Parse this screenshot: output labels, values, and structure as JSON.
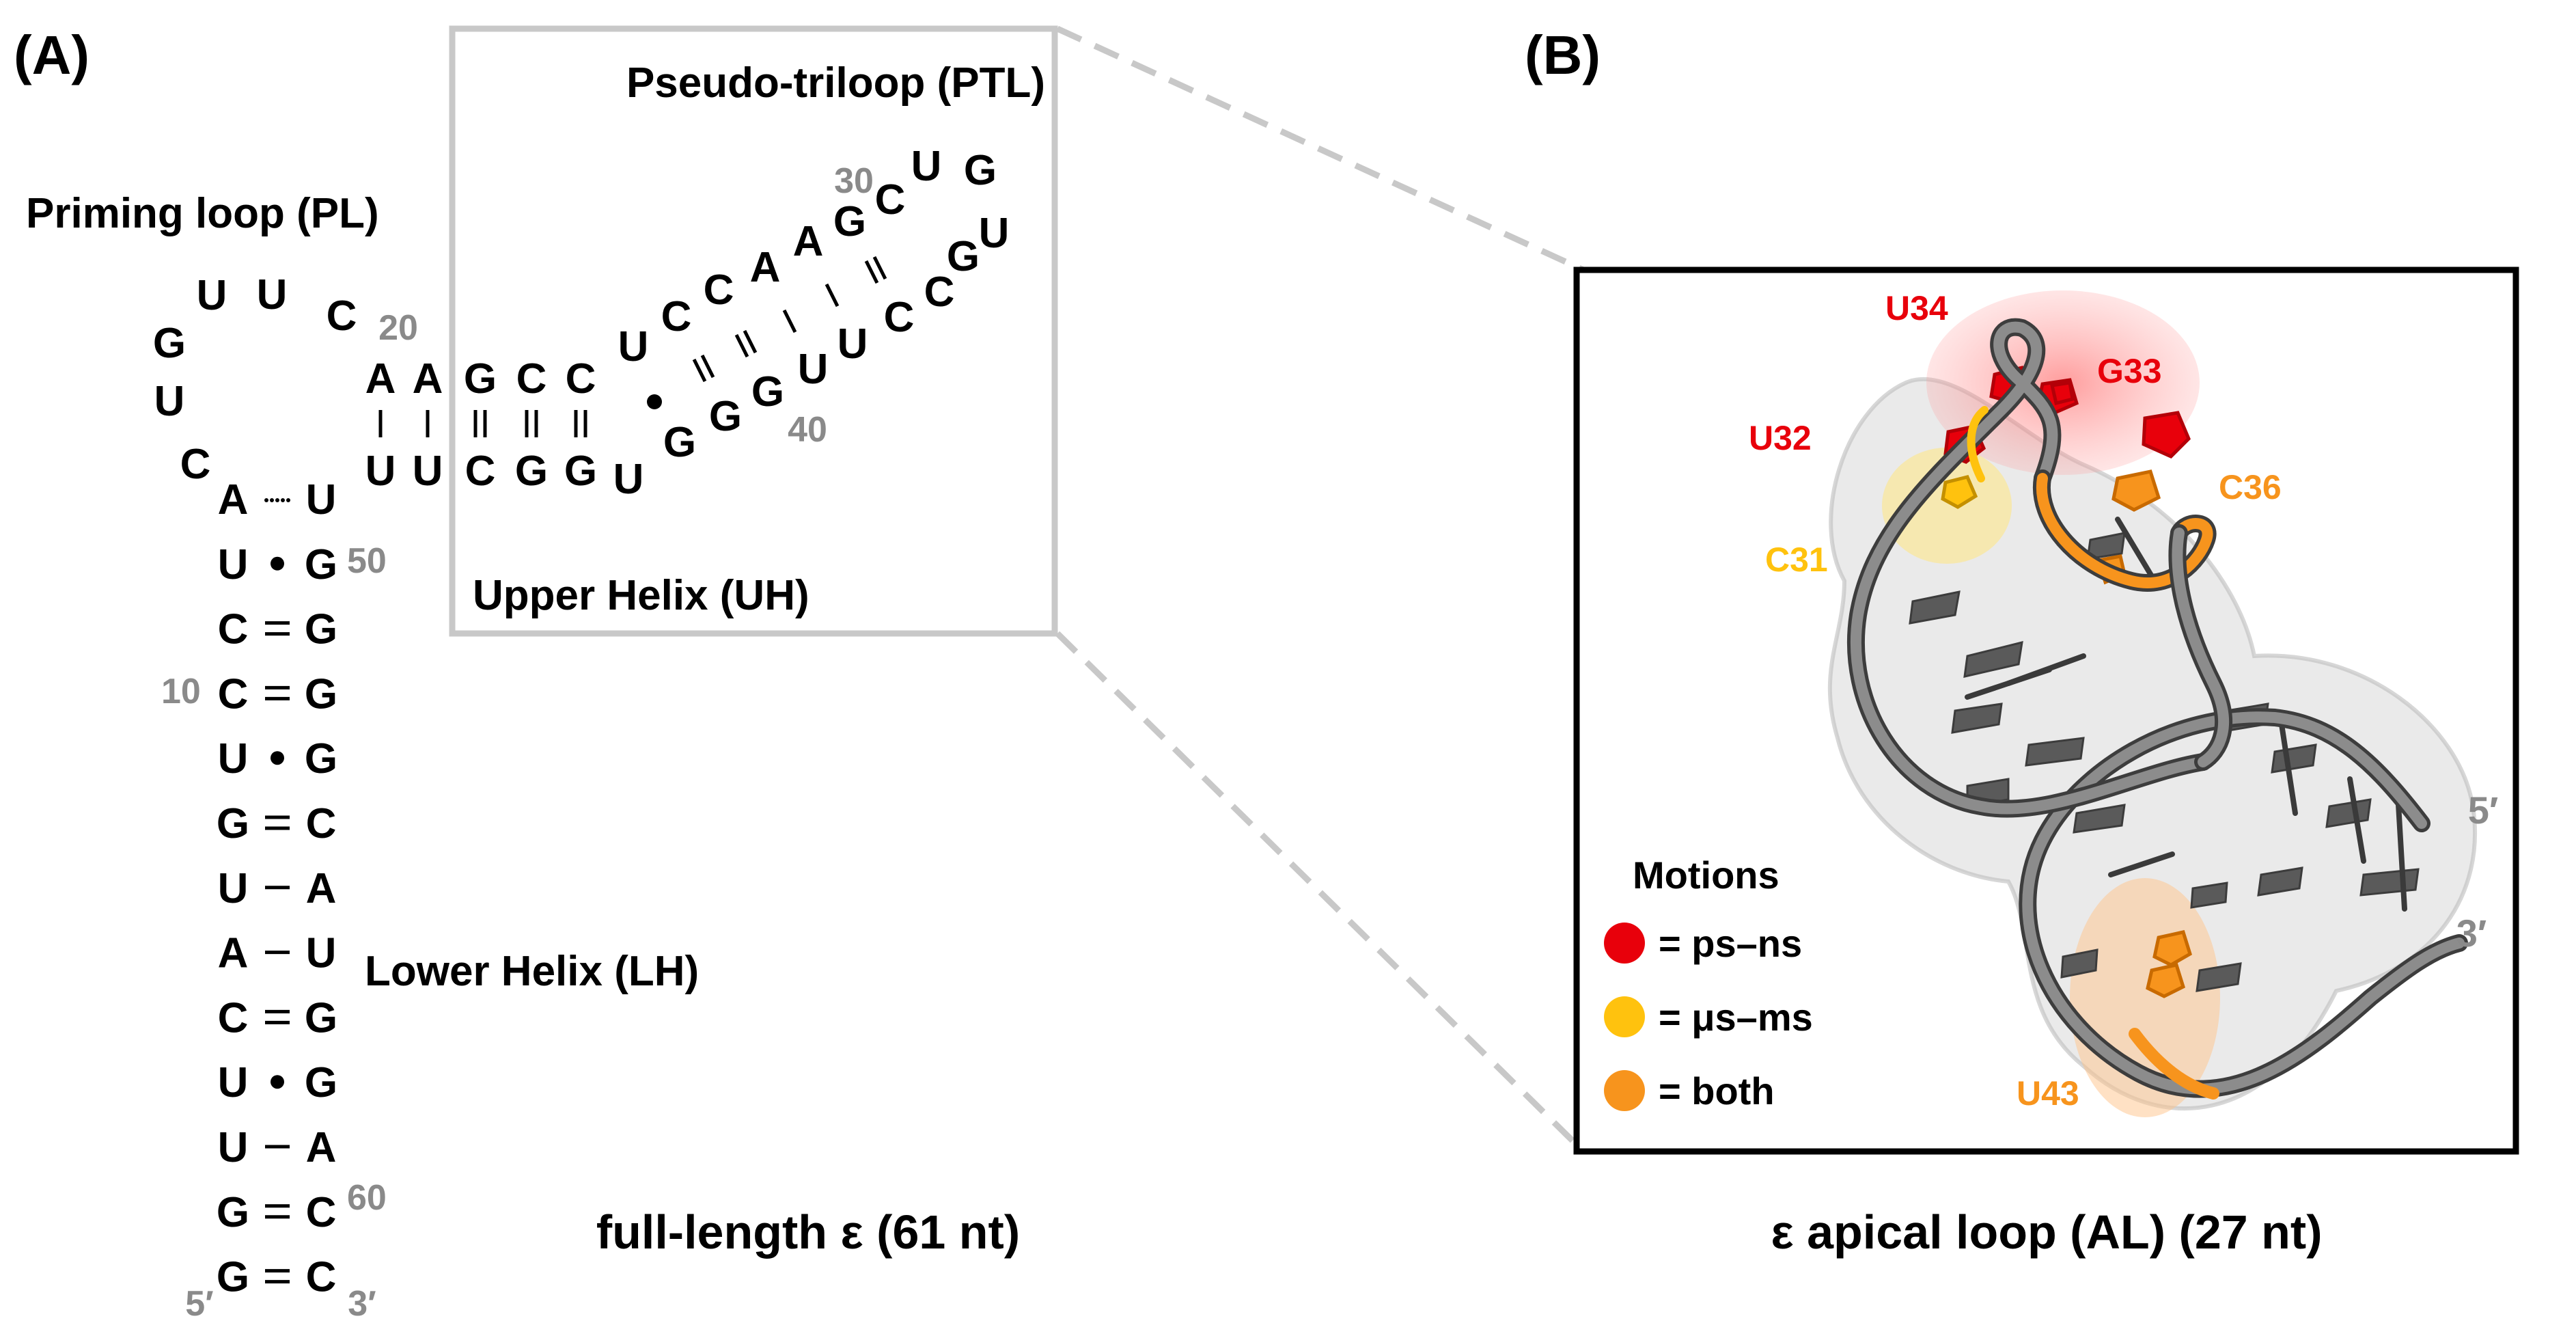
{
  "panel_a": {
    "tag": "(A)",
    "labels": {
      "ptl": "Pseudo-triloop (PTL)",
      "pl": "Priming loop (PL)",
      "uh": "Upper Helix (UH)",
      "lh": "Lower Helix (LH)",
      "caption": "full-length ε (61 nt)"
    },
    "numbers": {
      "n30": "30",
      "n20": "20",
      "n40": "40",
      "n50": "50",
      "n10": "10",
      "n60": "60"
    },
    "ends": {
      "five": "5′",
      "three": "3′"
    },
    "stem_left": [
      "A",
      "U",
      "C",
      "C",
      "U",
      "G",
      "U",
      "A",
      "C",
      "U",
      "U",
      "G",
      "G"
    ],
    "stem_right": [
      "U",
      "G",
      "G",
      "G",
      "G",
      "C",
      "A",
      "U",
      "G",
      "G",
      "A",
      "C",
      "C"
    ],
    "stem_pairs": [
      "dotted",
      "wobble",
      "double",
      "double",
      "wobble",
      "double",
      "single",
      "single",
      "double",
      "wobble",
      "single",
      "double",
      "double"
    ],
    "loop": [
      "C",
      "U",
      "G",
      "U",
      "U",
      "C"
    ],
    "bridge_top": [
      "A",
      "A",
      "G",
      "C",
      "C"
    ],
    "bridge_bottom": [
      "U",
      "U",
      "C",
      "G",
      "G",
      "U"
    ],
    "upper": {
      "top": [
        "U",
        "C",
        "C",
        "A",
        "A",
        "G",
        "C",
        "U",
        "G"
      ],
      "bottom": [
        "G",
        "G",
        "G",
        "U",
        "U",
        "C",
        "C",
        "G",
        "U"
      ]
    }
  },
  "panel_b": {
    "tag": "(B)",
    "caption": "ε apical loop (AL) (27 nt)",
    "residues": {
      "u34": "U34",
      "g33": "G33",
      "u32": "U32",
      "c36": "C36",
      "c31": "C31",
      "u43": "U43"
    },
    "ends": {
      "five": "5′",
      "three": "3′"
    },
    "legend": {
      "title": "Motions",
      "items": [
        {
          "label": "= ps–ns",
          "color": "#e8000b"
        },
        {
          "label": "= μs–ms",
          "color": "#ffc20e"
        },
        {
          "label": "= both",
          "color": "#f7941d"
        }
      ]
    }
  },
  "colors": {
    "gray_number": "#8a8a8a",
    "box": "#c8c8c8",
    "red": "#e8000b",
    "orange": "#f7941d",
    "yellow": "#ffc20e"
  }
}
